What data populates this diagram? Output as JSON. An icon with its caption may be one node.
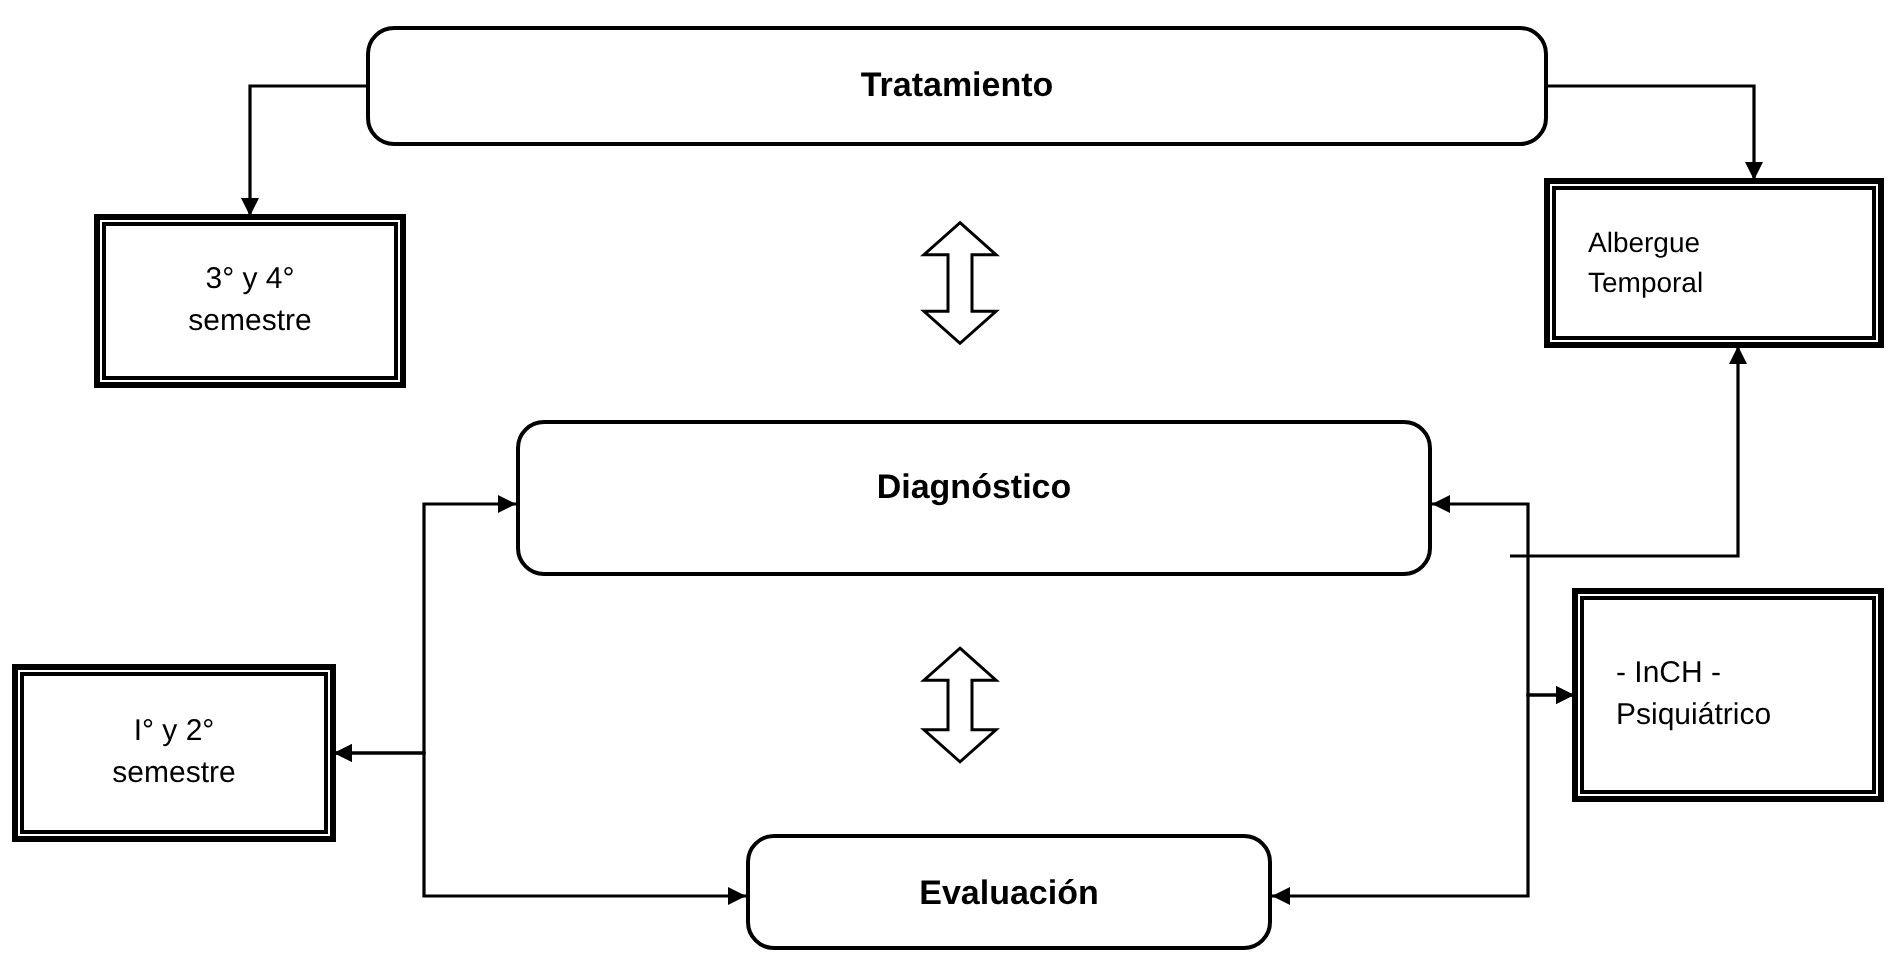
{
  "diagram": {
    "nodes": [
      {
        "text": [
          "Tratamiento"
        ]
      },
      {
        "text": [
          "3° y 4° semestre"
        ]
      },
      {
        "text": [
          "Albergue Temporal"
        ]
      },
      {
        "text": [
          "Diagnóstico"
        ]
      },
      {
        "text": [
          "I° y 2° semestre"
        ]
      },
      {
        "text": [
          "- InCH - Psiquiátrico"
        ]
      },
      {
        "text": [
          "Evaluación"
        ]
      }
    ],
    "edges": [
      {
        "from": 0,
        "to": 1,
        "arrow": "to"
      },
      {
        "from": 0,
        "to": 2,
        "arrow": "to"
      },
      {
        "from": 0,
        "to": 3,
        "arrow": "both",
        "style": "thick"
      },
      {
        "from": 4,
        "to": 3,
        "arrow": "both"
      },
      {
        "from": 4,
        "to": 6,
        "arrow": "both"
      },
      {
        "from": 5,
        "to": 3,
        "arrow": "both"
      },
      {
        "from": 5,
        "to": 6,
        "arrow": "both"
      },
      {
        "from": null,
        "to": 2,
        "arrow": "to"
      },
      {
        "from": 3,
        "to": 6,
        "arrow": "both",
        "style": "thick"
      }
    ]
  }
}
